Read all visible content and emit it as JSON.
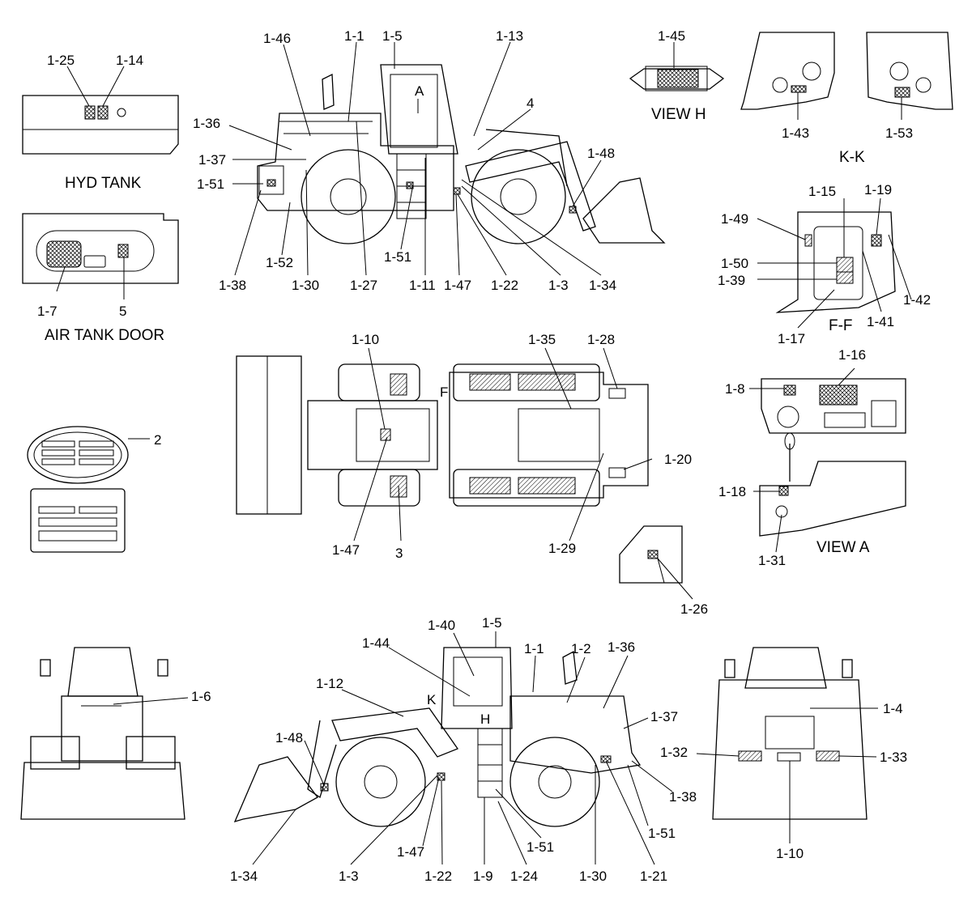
{
  "captions": {
    "hyd_tank": "HYD TANK",
    "air_tank_door": "AIR TANK DOOR",
    "view_h": "VIEW H",
    "kk": "K-K",
    "ff": "F-F",
    "view_a": "VIEW A"
  },
  "markers": {
    "A": "A",
    "K": "K",
    "F": "F",
    "H": "H"
  },
  "callouts": [
    {
      "id": "c1",
      "text": "1-25"
    },
    {
      "id": "c2",
      "text": "1-14"
    },
    {
      "id": "c3",
      "text": "1-7"
    },
    {
      "id": "c4",
      "text": "5"
    },
    {
      "id": "c5",
      "text": "1-46"
    },
    {
      "id": "c6",
      "text": "1-1"
    },
    {
      "id": "c7",
      "text": "1-5"
    },
    {
      "id": "c8",
      "text": "1-13"
    },
    {
      "id": "c9",
      "text": "4"
    },
    {
      "id": "c10",
      "text": "1-36"
    },
    {
      "id": "c11",
      "text": "1-37"
    },
    {
      "id": "c12",
      "text": "1-51"
    },
    {
      "id": "c13",
      "text": "1-48"
    },
    {
      "id": "c14",
      "text": "1-52"
    },
    {
      "id": "c15",
      "text": "1-51"
    },
    {
      "id": "c16",
      "text": "1-38"
    },
    {
      "id": "c17",
      "text": "1-30"
    },
    {
      "id": "c18",
      "text": "1-27"
    },
    {
      "id": "c19",
      "text": "1-11"
    },
    {
      "id": "c20",
      "text": "1-47"
    },
    {
      "id": "c21",
      "text": "1-22"
    },
    {
      "id": "c22",
      "text": "1-3"
    },
    {
      "id": "c23",
      "text": "1-34"
    },
    {
      "id": "c24",
      "text": "1-45"
    },
    {
      "id": "c25",
      "text": "1-43"
    },
    {
      "id": "c26",
      "text": "1-53"
    },
    {
      "id": "c27",
      "text": "1-15"
    },
    {
      "id": "c28",
      "text": "1-19"
    },
    {
      "id": "c29",
      "text": "1-49"
    },
    {
      "id": "c30",
      "text": "1-50"
    },
    {
      "id": "c31",
      "text": "1-39"
    },
    {
      "id": "c32",
      "text": "1-42"
    },
    {
      "id": "c33",
      "text": "1-41"
    },
    {
      "id": "c34",
      "text": "1-17"
    },
    {
      "id": "c35",
      "text": "1-10"
    },
    {
      "id": "c36",
      "text": "1-35"
    },
    {
      "id": "c37",
      "text": "1-28"
    },
    {
      "id": "c38",
      "text": "1-16"
    },
    {
      "id": "c39",
      "text": "1-8"
    },
    {
      "id": "c40",
      "text": "2"
    },
    {
      "id": "c41",
      "text": "1-20"
    },
    {
      "id": "c42",
      "text": "1-18"
    },
    {
      "id": "c43",
      "text": "1-47"
    },
    {
      "id": "c44",
      "text": "3"
    },
    {
      "id": "c45",
      "text": "1-29"
    },
    {
      "id": "c46",
      "text": "1-31"
    },
    {
      "id": "c47",
      "text": "1-26"
    },
    {
      "id": "c48",
      "text": "1-40"
    },
    {
      "id": "c49",
      "text": "1-5"
    },
    {
      "id": "c50",
      "text": "1-44"
    },
    {
      "id": "c51",
      "text": "1-1"
    },
    {
      "id": "c52",
      "text": "1-2"
    },
    {
      "id": "c53",
      "text": "1-36"
    },
    {
      "id": "c54",
      "text": "1-6"
    },
    {
      "id": "c55",
      "text": "1-12"
    },
    {
      "id": "c56",
      "text": "1-37"
    },
    {
      "id": "c57",
      "text": "1-4"
    },
    {
      "id": "c58",
      "text": "1-48"
    },
    {
      "id": "c59",
      "text": "1-32"
    },
    {
      "id": "c60",
      "text": "1-33"
    },
    {
      "id": "c61",
      "text": "1-38"
    },
    {
      "id": "c62",
      "text": "1-51"
    },
    {
      "id": "c63",
      "text": "1-51"
    },
    {
      "id": "c64",
      "text": "1-47"
    },
    {
      "id": "c65",
      "text": "1-34"
    },
    {
      "id": "c66",
      "text": "1-3"
    },
    {
      "id": "c67",
      "text": "1-22"
    },
    {
      "id": "c68",
      "text": "1-9"
    },
    {
      "id": "c69",
      "text": "1-24"
    },
    {
      "id": "c70",
      "text": "1-30"
    },
    {
      "id": "c71",
      "text": "1-21"
    },
    {
      "id": "c72",
      "text": "1-10"
    }
  ]
}
